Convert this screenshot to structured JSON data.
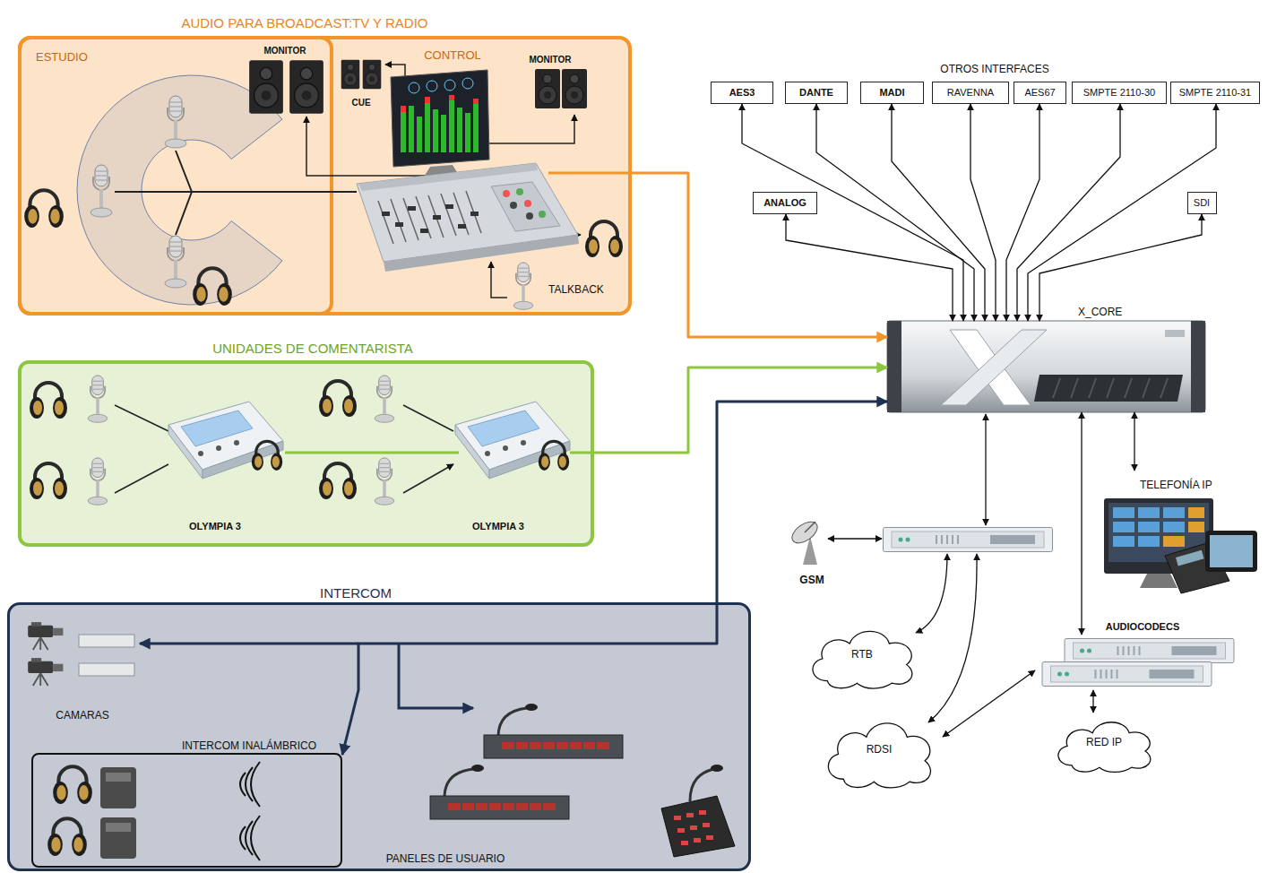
{
  "diagram": {
    "nodes": [
      {
        "text": [
          "AUDIO PARA BROADCAST:TV Y RADIO"
        ]
      },
      {
        "text": [
          "ESTUDIO"
        ],
        "in": 0
      },
      {
        "text": [
          "UNIDADES DE COMENTARISTA"
        ]
      },
      {
        "text": [
          "INTERCOM"
        ]
      },
      {
        "text": [
          "INTERCOM INALÁMBRICO"
        ],
        "in": 3
      },
      {
        "text": [
          "AES3"
        ]
      },
      {
        "text": [
          "DANTE"
        ]
      },
      {
        "text": [
          "MADI"
        ]
      },
      {
        "text": [
          "RAVENNA"
        ]
      },
      {
        "text": [
          "AES67"
        ]
      },
      {
        "text": [
          "SMPTE 2110-30"
        ]
      },
      {
        "text": [
          "SMPTE 2110-31"
        ]
      },
      {
        "text": [
          "ANALOG"
        ]
      },
      {
        "text": [
          "SDI"
        ]
      },
      {
        "text": [
          "X_CORE"
        ]
      },
      {
        "text": [
          "TELEFONÍA IP"
        ]
      },
      {
        "text": [
          "AUDIOCODECS"
        ]
      },
      {
        "text": [
          "RTB"
        ]
      },
      {
        "text": [
          "RDSI"
        ]
      },
      {
        "text": [
          "RED IP"
        ]
      }
    ],
    "edges": [
      {
        "from": 5,
        "to": 14,
        "arrow": "both"
      },
      {
        "from": 6,
        "to": 14,
        "arrow": "both"
      },
      {
        "from": 7,
        "to": 14,
        "arrow": "both"
      },
      {
        "from": 8,
        "to": 14,
        "arrow": "both"
      },
      {
        "from": 9,
        "to": 14,
        "arrow": "both"
      },
      {
        "from": 10,
        "to": 14,
        "arrow": "both"
      },
      {
        "from": 11,
        "to": 14,
        "arrow": "both"
      },
      {
        "from": 12,
        "to": 14,
        "arrow": "both"
      },
      {
        "from": 13,
        "to": 14,
        "arrow": "both"
      },
      {
        "from": 0,
        "to": 14,
        "arrow": "to"
      },
      {
        "from": 2,
        "to": 14,
        "arrow": "to"
      },
      {
        "from": 4,
        "to": 14,
        "arrow": "both"
      },
      {
        "from": 14,
        "to": 15,
        "arrow": "both"
      },
      {
        "from": 14,
        "to": 16,
        "arrow": "both"
      },
      {
        "from": 16,
        "to": 19,
        "arrow": "both"
      },
      {
        "from": 16,
        "to": 18,
        "arrow": "both"
      }
    ],
    "labels": [
      "OTROS INTERFACES",
      "MONITOR",
      "MONITOR",
      "CUE",
      "CONTROL",
      "TALKBACK",
      "OLYMPIA 3",
      "OLYMPIA 3",
      "CAMARAS",
      "PANELES DE USUARIO",
      "GSM"
    ]
  }
}
